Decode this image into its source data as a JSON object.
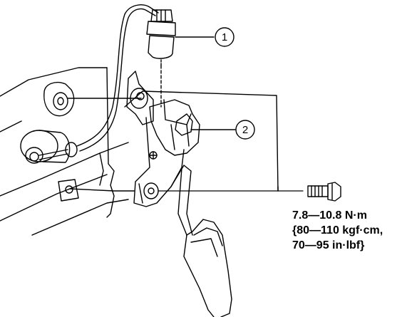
{
  "callouts": [
    {
      "number": "1"
    },
    {
      "number": "2"
    }
  ],
  "torque_spec": {
    "line1": "7.8—10.8 N·m",
    "line2": "{80—110 kgf·cm,",
    "line3": "70—95 in·lbf}"
  },
  "colors": {
    "stroke": "#000000",
    "background": "#ffffff"
  }
}
